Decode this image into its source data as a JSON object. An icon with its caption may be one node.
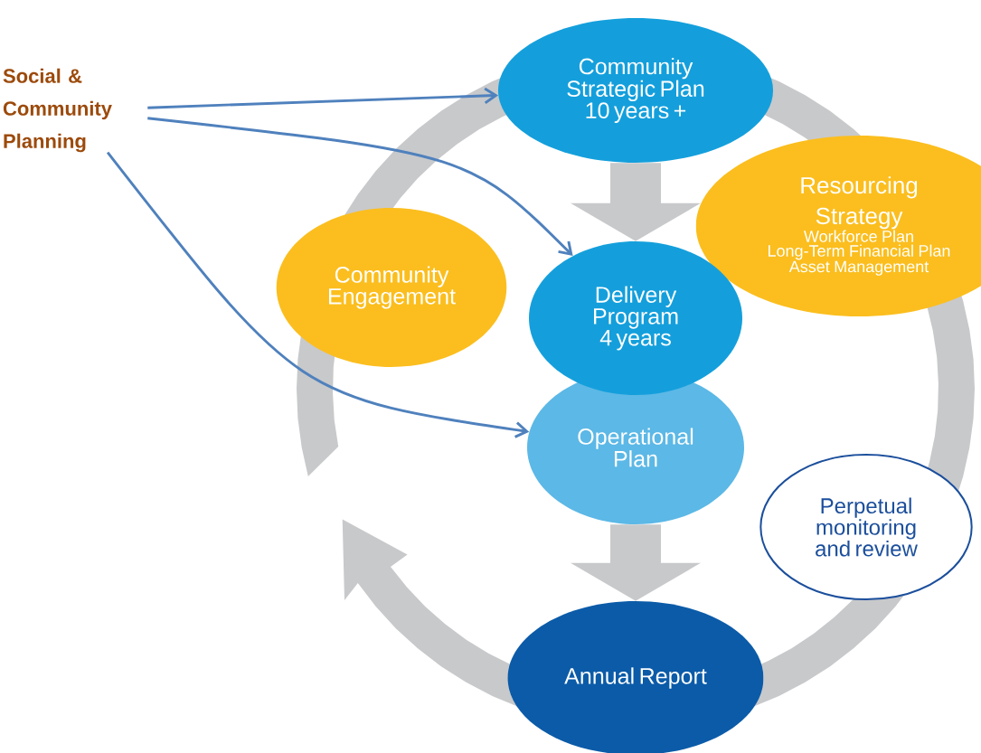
{
  "diagram": {
    "nodes": [
      {
        "text": [
          "Social & Community Planning"
        ]
      },
      {
        "text": [
          "Community Strategic Plan 10 years +"
        ]
      },
      {
        "text": [
          "Resourcing Strategy",
          "Workforce Plan",
          "Long-Term Financial Plan",
          "Asset Management"
        ]
      },
      {
        "text": [
          "Community Engagement"
        ]
      },
      {
        "text": [
          "Delivery Program 4 years"
        ]
      },
      {
        "text": [
          "Operational Plan"
        ]
      },
      {
        "text": [
          "Perpetual monitoring and review"
        ]
      },
      {
        "text": [
          "Annual Report"
        ]
      }
    ],
    "edges": [
      {
        "from": 0,
        "to": 1,
        "arrow": "to"
      },
      {
        "from": 0,
        "to": 4,
        "arrow": "to"
      },
      {
        "from": 0,
        "to": 5,
        "arrow": "to"
      },
      {
        "from": 1,
        "to": 4,
        "arrow": "to",
        "style": "thick",
        "color": "#c8c9cb"
      },
      {
        "from": 5,
        "to": 7,
        "arrow": "to",
        "style": "thick",
        "color": "#c8c9cb"
      }
    ]
  }
}
